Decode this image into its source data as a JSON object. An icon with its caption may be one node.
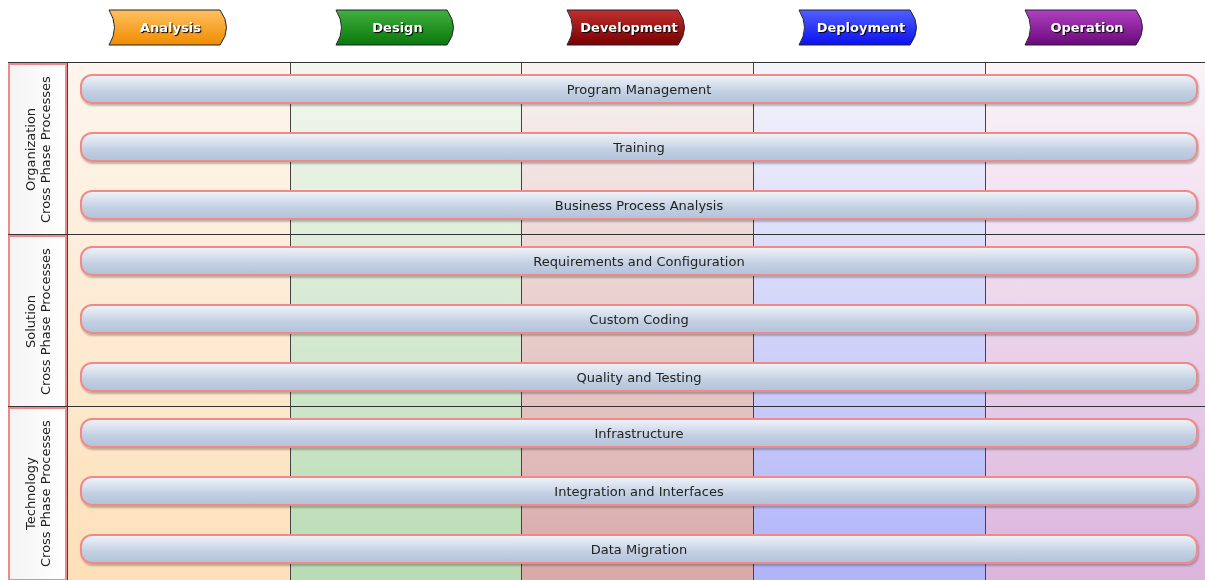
{
  "diagram": {
    "nodes": [
      {
        "text": [
          "Analysis"
        ]
      },
      {
        "text": [
          "Design"
        ]
      },
      {
        "text": [
          "Development"
        ]
      },
      {
        "text": [
          "Deployment"
        ]
      },
      {
        "text": [
          "Operation"
        ]
      },
      {
        "text": [
          "Organization Cross Phase Processes"
        ]
      },
      {
        "text": [
          "Program Management"
        ],
        "in": 5
      },
      {
        "text": [
          "Training"
        ],
        "in": 5
      },
      {
        "text": [
          "Business Process Analysis"
        ],
        "in": 5
      },
      {
        "text": [
          "Solution Cross Phase Processes"
        ]
      },
      {
        "text": [
          "Requirements and Configuration"
        ],
        "in": 9
      },
      {
        "text": [
          "Custom Coding"
        ],
        "in": 9
      },
      {
        "text": [
          "Quality and Testing"
        ],
        "in": 9
      },
      {
        "text": [
          "Technology Cross Phase Processes"
        ]
      },
      {
        "text": [
          "Infrastructure"
        ],
        "in": 13
      },
      {
        "text": [
          "Integration and Interfaces"
        ],
        "in": 13
      },
      {
        "text": [
          "Data Migration"
        ],
        "in": 13
      }
    ],
    "edges": []
  }
}
